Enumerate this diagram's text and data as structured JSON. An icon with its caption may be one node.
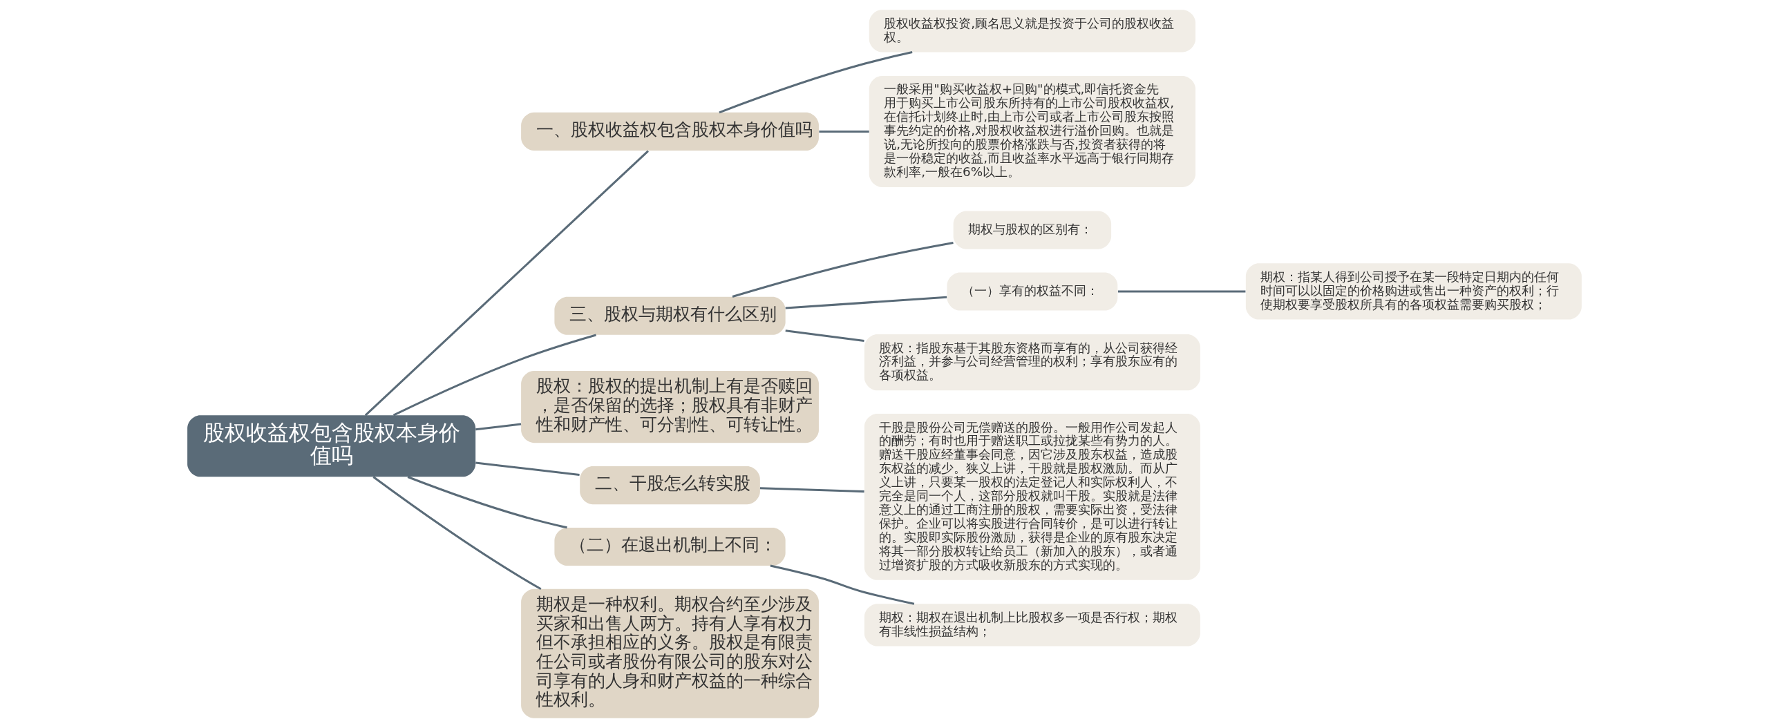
{
  "diagram": {
    "nodes": [
      {
        "text": [
          "股权收益权包含股权本身价值吗"
        ]
      },
      {
        "text": [
          "一、股权收益权包含股权本身价值吗"
        ]
      },
      {
        "text": [
          "股权收益权投资,顾名思义就是投资于公司的股权收益权。"
        ]
      },
      {
        "text": [
          "一般采用\"购买收益权+回购\"的模式,即信托资金先用于购买上市公司股东所持有的上市公司股权收益权,在信托计划终止时,由上市公司或者上市公司股东按照事先约定的价格,对股权收益权进行溢价回购。也就是说,无论所投向的股票价格涨跌与否,投资者获得的将是一份稳定的收益,而且收益率水平远高于银行同期存款利率,一般在6%以上。"
        ]
      },
      {
        "text": [
          "三、股权与期权有什么区别"
        ]
      },
      {
        "text": [
          "期权与股权的区别有："
        ]
      },
      {
        "text": [
          "（一）享有的权益不同："
        ]
      },
      {
        "text": [
          "期权：指某人得到公司授予在某一段特定日期内的任何时间可以以固定的价格购进或售出一种资产的权利；行使期权要享受股权所具有的各项权益需要购买股权；"
        ]
      },
      {
        "text": [
          "股权：指股东基于其股东资格而享有的，从公司获得经济利益，并参与公司经营管理的权利；享有股东应有的各项权益。"
        ]
      },
      {
        "text": [
          "股权：股权的提出机制上有是否赎回，是否保留的选择；股权具有非财产性和财产性、可分割性、可转让性。"
        ]
      },
      {
        "text": [
          "二、干股怎么转实股"
        ]
      },
      {
        "text": [
          "干股是股份公司无偿赠送的股份。一般用作公司发起人的酬劳；有时也用于赠送职工或拉拢某些有势力的人。赠送干股应经董事会同意，因它涉及股东权益，造成股东权益的减少。狭义上讲，干股就是股权激励。而从广义上讲，只要某一股权的法定登记人和实际权利人，不完全是同一个人，这部分股权就叫干股。实股就是法律意义上的通过工商注册的股权，需要实际出资，受法律保护。企业可以将实股进行合同转价，是可以进行转让的。实股即实际股份激励，获得是企业的原有股东决定将其一部分股权转让给员工（新加入的股东），或者通过增资扩股的方式吸收新股东的方式实现的。"
        ]
      },
      {
        "text": [
          "（二）在退出机制上不同："
        ]
      },
      {
        "text": [
          "期权：期权在退出机制上比股权多一项是否行权；期权有非线性损益结构；"
        ]
      },
      {
        "text": [
          "期权是一种权利。期权合约至少涉及买家和出售人两方。持有人享有权力但不承担相应的义务。股权是有限责任公司或者股份有限公司的股东对公司享有的人身和财产权益的一种综合性权利。"
        ]
      }
    ],
    "edges": [
      {
        "from": 0,
        "to": 1,
        "arrow": "none"
      },
      {
        "from": 1,
        "to": 2,
        "arrow": "none"
      },
      {
        "from": 1,
        "to": 3,
        "arrow": "none"
      },
      {
        "from": 0,
        "to": 4,
        "arrow": "none"
      },
      {
        "from": 4,
        "to": 5,
        "arrow": "none"
      },
      {
        "from": 4,
        "to": 6,
        "arrow": "none"
      },
      {
        "from": 6,
        "to": 7,
        "arrow": "none"
      },
      {
        "from": 4,
        "to": 8,
        "arrow": "none"
      },
      {
        "from": 0,
        "to": 9,
        "arrow": "none"
      },
      {
        "from": 0,
        "to": 10,
        "arrow": "none"
      },
      {
        "from": 10,
        "to": 11,
        "arrow": "none"
      },
      {
        "from": 0,
        "to": 12,
        "arrow": "none"
      },
      {
        "from": 12,
        "to": 13,
        "arrow": "none"
      },
      {
        "from": 0,
        "to": 14,
        "arrow": "none"
      }
    ]
  }
}
